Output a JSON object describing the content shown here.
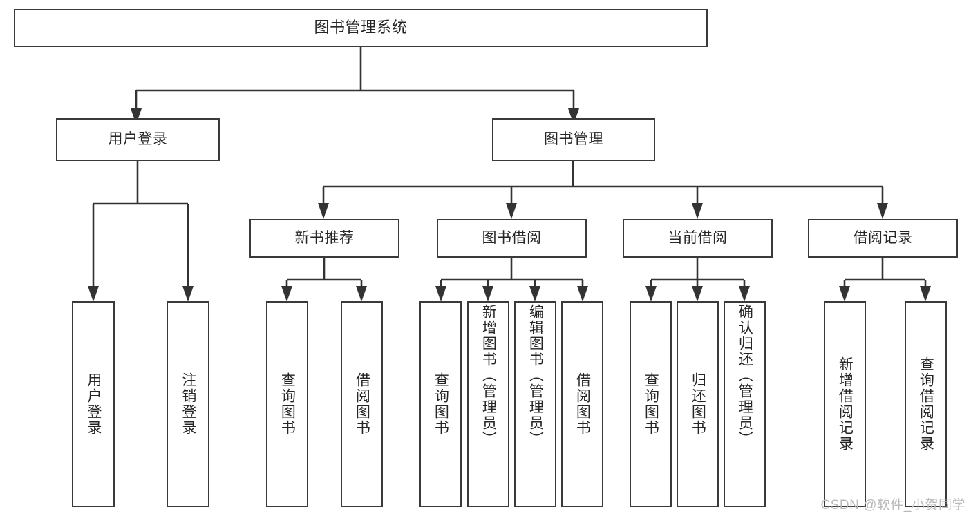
{
  "diagram": {
    "title": "图书管理系统",
    "type": "tree",
    "colors": {
      "border": "#3a3a3a",
      "text": "#262626",
      "background": "#ffffff",
      "connector": "#333333",
      "watermark": "#b9b9b9"
    },
    "root": {
      "id": "root",
      "label": "图书管理系统"
    },
    "level2": [
      {
        "id": "user-login",
        "label": "用户登录"
      },
      {
        "id": "book-management",
        "label": "图书管理"
      }
    ],
    "level3": [
      {
        "id": "new-book-recommend",
        "label": "新书推荐",
        "parent": "book-management"
      },
      {
        "id": "book-borrow",
        "label": "图书借阅",
        "parent": "book-management"
      },
      {
        "id": "current-borrow",
        "label": "当前借阅",
        "parent": "book-management"
      },
      {
        "id": "borrow-record",
        "label": "借阅记录",
        "parent": "book-management"
      }
    ],
    "leaves": [
      {
        "id": "leaf-user-login",
        "label": "用户登录",
        "parent": "user-login"
      },
      {
        "id": "leaf-logout-login",
        "label": "注销登录",
        "parent": "user-login"
      },
      {
        "id": "leaf-query-book-1",
        "label": "查询图书",
        "parent": "new-book-recommend"
      },
      {
        "id": "leaf-borrow-book-1",
        "label": "借阅图书",
        "parent": "new-book-recommend"
      },
      {
        "id": "leaf-query-book-2",
        "label": "查询图书",
        "parent": "book-borrow"
      },
      {
        "id": "leaf-add-book",
        "label": "新增图书（管理员）",
        "parent": "book-borrow"
      },
      {
        "id": "leaf-edit-book",
        "label": "编辑图书（管理员）",
        "parent": "book-borrow"
      },
      {
        "id": "leaf-borrow-book-2",
        "label": "借阅图书",
        "parent": "book-borrow"
      },
      {
        "id": "leaf-query-book-3",
        "label": "查询图书",
        "parent": "current-borrow"
      },
      {
        "id": "leaf-return-book",
        "label": "归还图书",
        "parent": "current-borrow"
      },
      {
        "id": "leaf-confirm-return",
        "label": "确认归还（管理员）",
        "parent": "current-borrow"
      },
      {
        "id": "leaf-add-record",
        "label": "新增借阅记录",
        "parent": "borrow-record"
      },
      {
        "id": "leaf-query-record",
        "label": "查询借阅记录",
        "parent": "borrow-record"
      }
    ],
    "watermark": "CSDN @软件_小贺同学"
  }
}
